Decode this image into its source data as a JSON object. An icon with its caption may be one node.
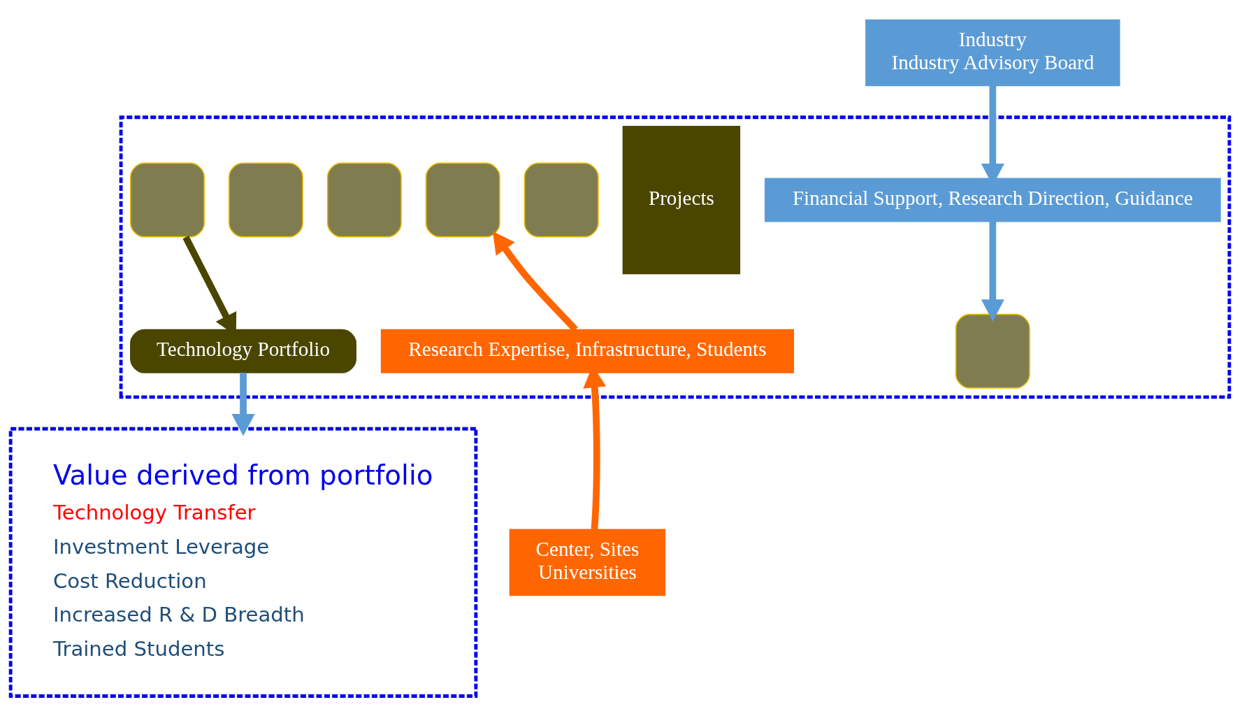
{
  "diagram": {
    "nodes": [
      {
        "text": [
          "Industry",
          "Industry Advisory Board"
        ]
      },
      {
        "text": [],
        "shape": "box"
      },
      {
        "text": [
          "Financial Support, Research Direction, Guidance"
        ],
        "in": 1
      },
      {
        "text": [
          "Projects"
        ],
        "in": 1
      },
      {
        "text": [],
        "shape": "box",
        "in": 1
      },
      {
        "text": [],
        "shape": "box",
        "in": 1
      },
      {
        "text": [],
        "shape": "box",
        "in": 1
      },
      {
        "text": [],
        "shape": "box",
        "in": 1
      },
      {
        "text": [],
        "shape": "box",
        "in": 1
      },
      {
        "text": [],
        "shape": "box",
        "in": 1
      },
      {
        "text": [
          "Technology Portfolio"
        ],
        "in": 1
      },
      {
        "text": [
          "Research Expertise, Infrastructure, Students"
        ],
        "in": 1
      },
      {
        "text": [
          "Center, Sites",
          "Universities"
        ]
      },
      {
        "text": [
          "Value derived from portfolio",
          "Technology Transfer",
          "Investment Leverage",
          "Cost Reduction",
          "Increased R & D Breadth",
          "Trained Students"
        ]
      }
    ],
    "edges": [
      {
        "from": 0,
        "to": 2,
        "arrow": "to"
      },
      {
        "from": 2,
        "to": 4,
        "arrow": "to"
      },
      {
        "from": 11,
        "to": 6,
        "arrow": "to",
        "color": "#ff6600"
      },
      {
        "from": 12,
        "to": 11,
        "arrow": "to",
        "color": "#ff6600"
      },
      {
        "from": 9,
        "to": 10,
        "arrow": "to",
        "color": "#4a4600"
      },
      {
        "from": 10,
        "to": 13,
        "arrow": "to"
      }
    ]
  }
}
